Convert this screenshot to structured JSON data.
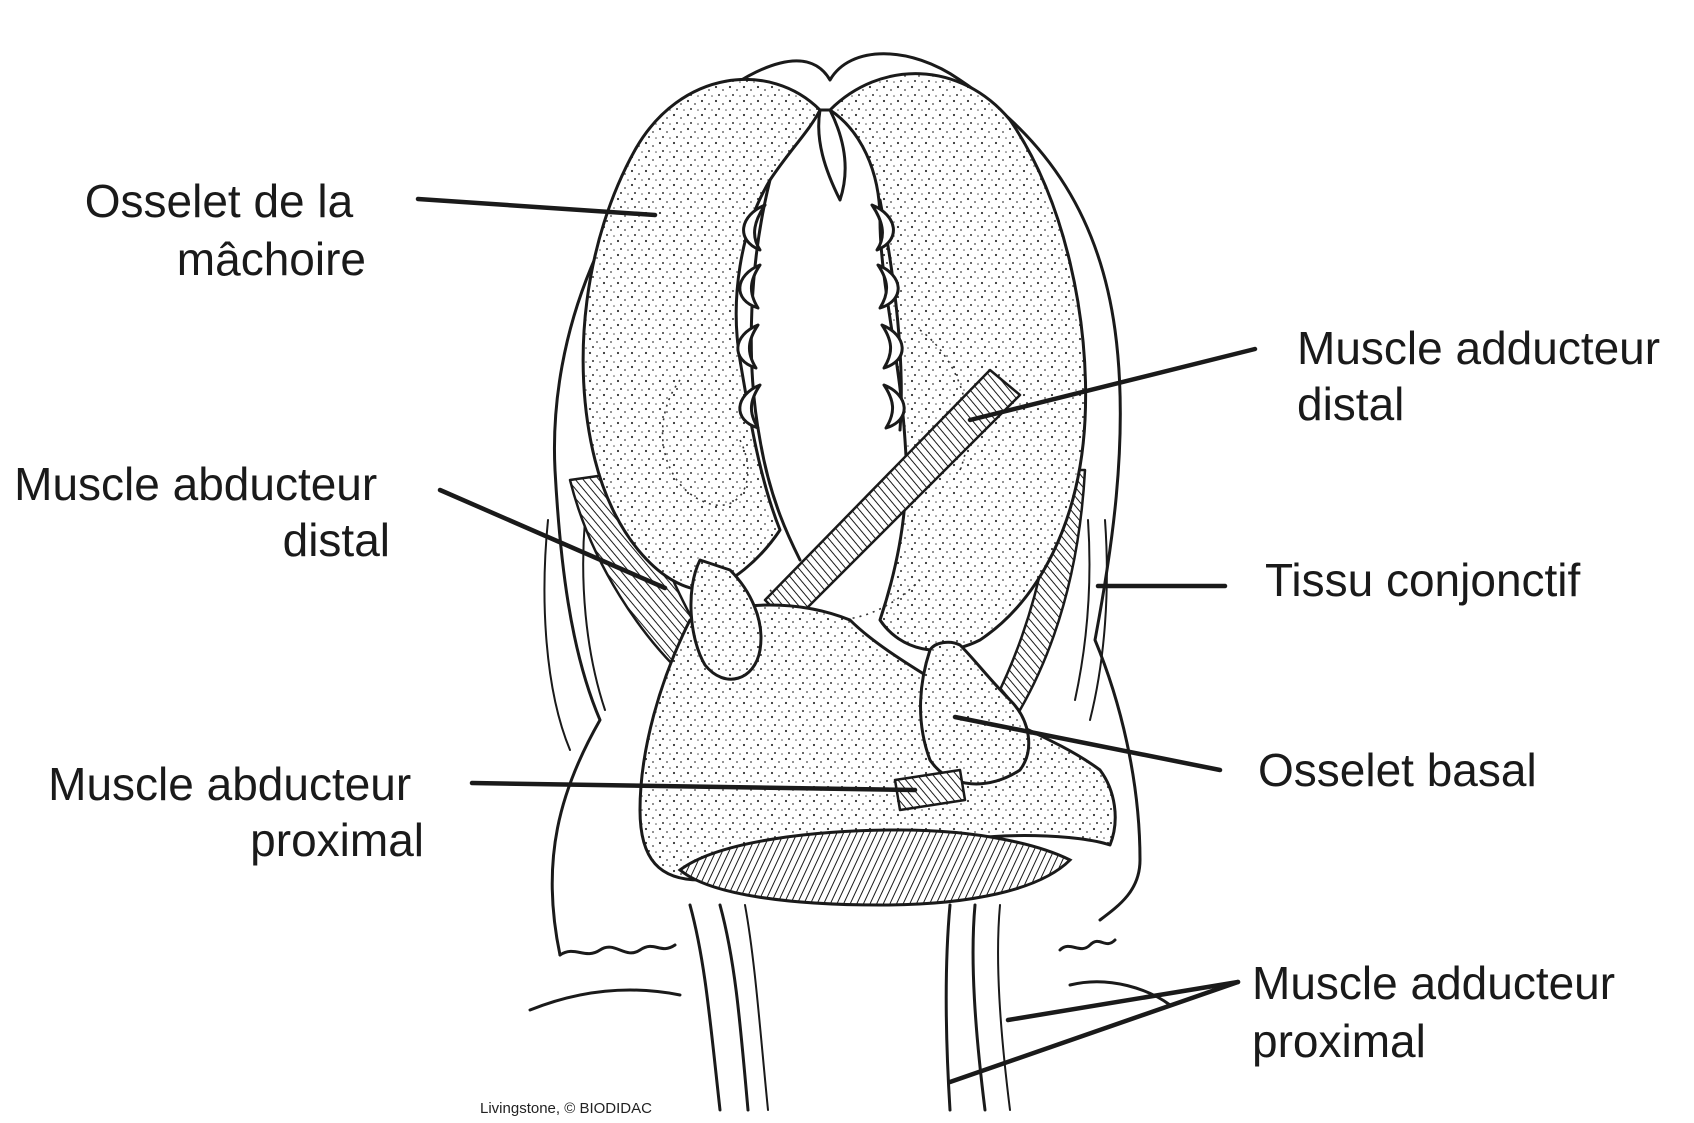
{
  "labels": {
    "jaw_ossicle": [
      "Osselet de la",
      "mâchoire"
    ],
    "distal_adductor": [
      "Muscle adducteur",
      "distal"
    ],
    "distal_abductor": [
      "Muscle abducteur",
      "distal"
    ],
    "connective_tissue": [
      "Tissu conjonctif"
    ],
    "proximal_abductor": [
      "Muscle abducteur",
      "proximal"
    ],
    "basal_ossicle": [
      "Osselet basal"
    ],
    "proximal_adductor": [
      "Muscle adducteur",
      "proximal"
    ]
  },
  "credit": "Livingstone, © BIODIDAC",
  "colors": {
    "ink": "#1a1a1a",
    "paper": "#ffffff"
  }
}
